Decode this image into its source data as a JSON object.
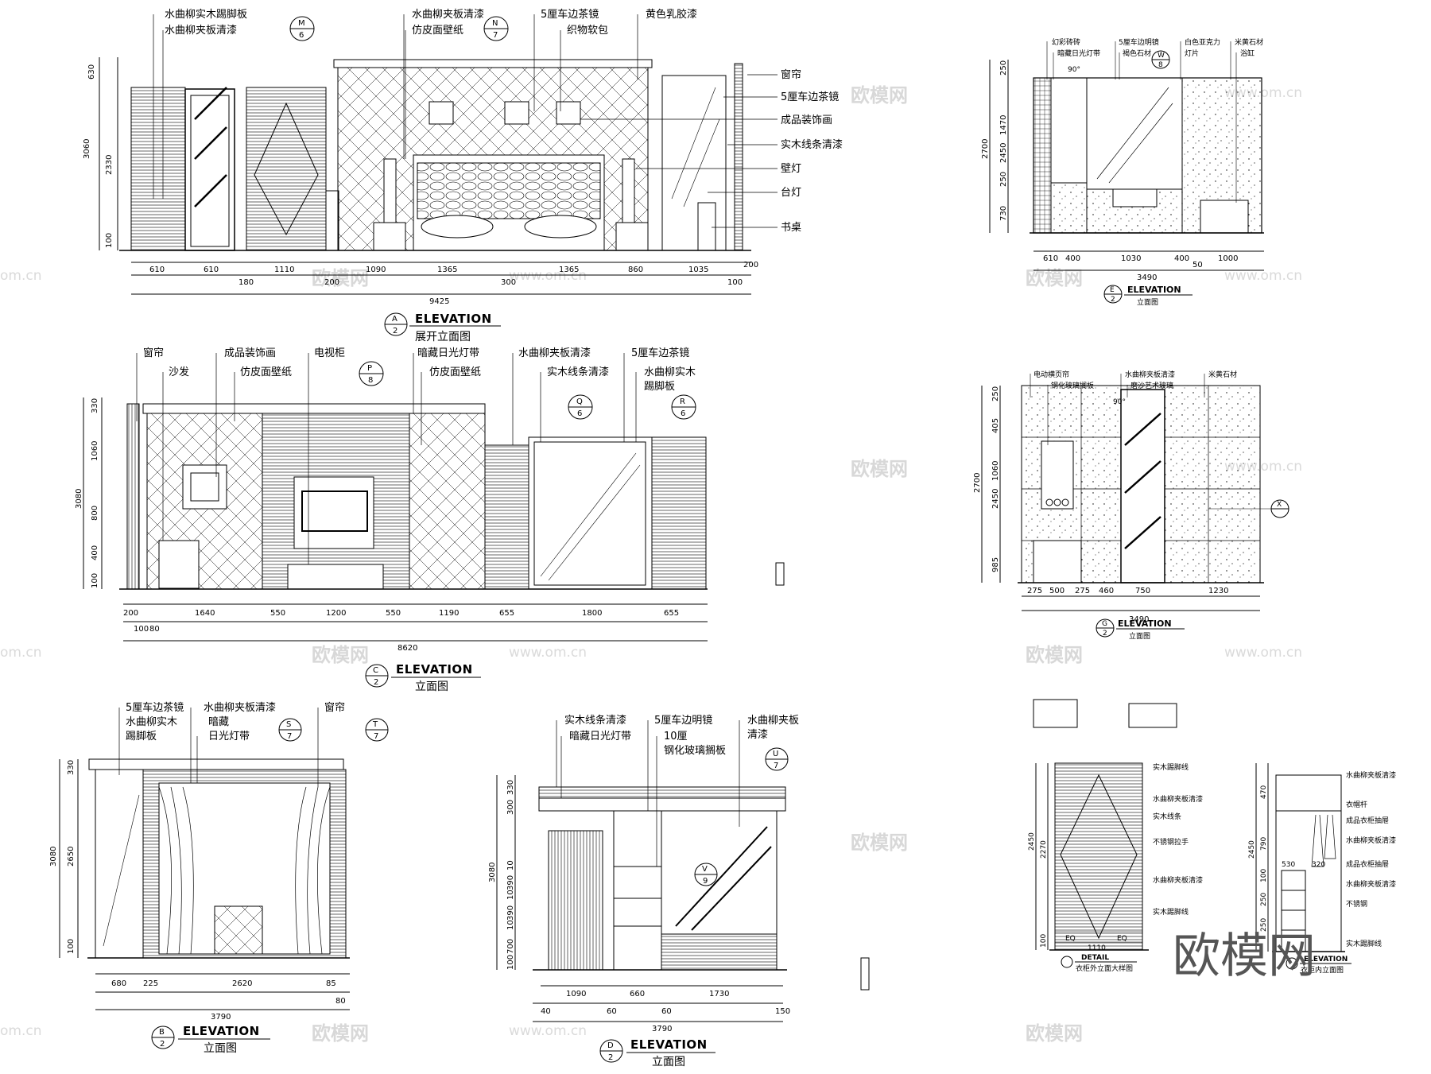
{
  "watermark": {
    "cn": "欧模网",
    "url": "www.om.cn",
    "url_short": "om.cn"
  },
  "brand": "欧模网",
  "A": {
    "title": "ELEVATION",
    "subtitle": "展开立面图",
    "tag": "A",
    "tag_sub": "2",
    "top_labels": [
      "水曲柳实木踢脚板",
      "水曲柳夹板清漆",
      "水曲柳夹板清漆",
      "仿皮面壁纸",
      "5厘车边茶镜",
      "织物软包",
      "黄色乳胶漆"
    ],
    "right_labels": [
      "窗帘",
      "5厘车边茶镜",
      "成品装饰画",
      "实木线条清漆",
      "壁灯",
      "台灯",
      "书桌"
    ],
    "mark_m": [
      "M",
      "6"
    ],
    "mark_n": [
      "N",
      "7"
    ],
    "v_dims": [
      "630",
      "3060",
      "2330",
      "100"
    ],
    "h_dims1": [
      "610",
      "610",
      "1110",
      "1090",
      "1365",
      "300",
      "1365",
      "860",
      "1035",
      "200"
    ],
    "h_dims2": [
      "180",
      "200",
      "100"
    ],
    "total": "9425"
  },
  "C": {
    "title": "ELEVATION",
    "subtitle": "立面图",
    "tag": "C",
    "tag_sub": "2",
    "top_labels": [
      "窗帘",
      "沙发",
      "成品装饰画",
      "仿皮面壁纸",
      "电视柜",
      "暗藏日光灯带",
      "仿皮面壁纸",
      "水曲柳夹板清漆",
      "实木线条清漆",
      "5厘车边茶镜",
      "水曲柳实木",
      "踢脚板"
    ],
    "mark_p": [
      "P",
      "8"
    ],
    "mark_q": [
      "Q",
      "6"
    ],
    "mark_r": [
      "R",
      "6"
    ],
    "v_dims": [
      "330",
      "1060",
      "3080",
      "800",
      "400",
      "100"
    ],
    "h_dims1": [
      "200",
      "1640",
      "550",
      "1200",
      "550",
      "1190",
      "655",
      "1800",
      "655"
    ],
    "h_dims2": [
      "100",
      "80"
    ],
    "total": "8620"
  },
  "B": {
    "title": "ELEVATION",
    "subtitle": "立面图",
    "tag": "B",
    "tag_sub": "2",
    "top_labels": [
      "5厘车边茶镜",
      "水曲柳实木",
      "踢脚板",
      "水曲柳夹板清漆",
      "暗藏",
      "日光灯带",
      "窗帘"
    ],
    "mark_s": [
      "S",
      "7"
    ],
    "mark_t": [
      "T",
      "7"
    ],
    "v_dims": [
      "330",
      "3080",
      "2650",
      "100"
    ],
    "h_dims1": [
      "680",
      "225",
      "2620",
      "85"
    ],
    "h_dims2": [
      "80"
    ],
    "total": "3790"
  },
  "D": {
    "title": "ELEVATION",
    "subtitle": "立面图",
    "tag": "D",
    "tag_sub": "2",
    "top_labels": [
      "实木线条清漆",
      "暗藏日光灯带",
      "5厘车边明镜",
      "10厘",
      "钢化玻璃搁板",
      "水曲柳夹板",
      "清漆"
    ],
    "mark_u": [
      "U",
      "7"
    ],
    "mark_v": [
      "V",
      "9"
    ],
    "v_dims": [
      "330",
      "300",
      "3080",
      "10",
      "390",
      "10",
      "390",
      "10",
      "700",
      "100"
    ],
    "h_dims1": [
      "1090",
      "660",
      "1730"
    ],
    "h_dims2": [
      "40",
      "60",
      "60",
      "150"
    ],
    "total": "3790"
  },
  "E": {
    "title": "ELEVATION",
    "subtitle": "立面图",
    "tag": "E",
    "tag_sub": "2",
    "top_labels": [
      "幻彩砖砖",
      "暗藏日光灯带",
      "5厘车边明镜",
      "褐色石材",
      "白色亚克力",
      "灯片",
      "米黄石材",
      "浴缸"
    ],
    "mark_w": [
      "W",
      "8"
    ],
    "angle": "90°",
    "v_dims": [
      "250",
      "1470",
      "2700",
      "2450",
      "250",
      "730"
    ],
    "h_dims1": [
      "610",
      "400",
      "1030",
      "400",
      "1000"
    ],
    "h_dims2": [
      "50"
    ],
    "total": "3490"
  },
  "G": {
    "title": "ELEVATION",
    "subtitle": "立面图",
    "tag": "G",
    "tag_sub": "2",
    "top_labels": [
      "电动横页帘",
      "钢化玻璃搁板",
      "水曲柳夹板清漆",
      "磨沙艺术玻璃",
      "米黄石材"
    ],
    "mark_x": [
      "X"
    ],
    "angle": "90°",
    "v_dims": [
      "250",
      "405",
      "2700",
      "1060",
      "2450",
      "985"
    ],
    "h_dims1": [
      "275",
      "500",
      "275",
      "460",
      "750",
      "1230"
    ],
    "total": "3490"
  },
  "detail1": {
    "title": "DETAIL",
    "subtitle": "衣柜外立面大样图",
    "v_dims": [
      "2450",
      "2270",
      "100"
    ],
    "h_dims": [
      "EQ",
      "EQ",
      "1110"
    ],
    "labels": [
      "实木踢脚线",
      "水曲柳夹板清漆",
      "实木线条",
      "不锈钢拉手",
      "水曲柳夹板清漆",
      "实木踢脚线"
    ]
  },
  "detail2": {
    "title": "ELEVATION",
    "subtitle": "衣柜内立面图",
    "v_dims": [
      "2450",
      "470",
      "790",
      "100",
      "250",
      "250"
    ],
    "h_dims": [
      "530",
      "320"
    ],
    "labels": [
      "水曲柳夹板清漆",
      "衣帽杆",
      "成品衣柜抽屉",
      "水曲柳夹板清漆",
      "成品衣柜抽屉",
      "水曲柳夹板清漆",
      "不锈钢",
      "实木踢脚线"
    ]
  }
}
